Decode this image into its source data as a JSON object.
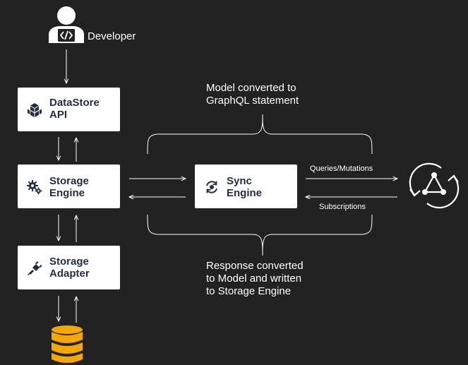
{
  "developer": {
    "label": "Developer"
  },
  "boxes": {
    "datastore_api": {
      "line1": "DataStore",
      "line2": "API"
    },
    "storage_engine": {
      "line1": "Storage",
      "line2": "Engine"
    },
    "storage_adapter": {
      "line1": "Storage",
      "line2": "Adapter"
    },
    "sync_engine": {
      "line1": "Sync",
      "line2": "Engine"
    }
  },
  "labels": {
    "queries_mutations": "Queries/Mutations",
    "subscriptions": "Subscriptions"
  },
  "annotations": {
    "top": {
      "line1": "Model converted to",
      "line2": "GraphQL statement"
    },
    "bottom": {
      "line1": "Response converted",
      "line2": "to Model and written",
      "line3": "to Storage Engine"
    }
  },
  "colors": {
    "background": "#222222",
    "box": "#ffffff",
    "box_text": "#232f3e",
    "database": "#f7a800",
    "lines": "#ffffff"
  },
  "icons": {
    "developer": "developer-icon",
    "datastore_api": "cubes-icon",
    "storage_engine": "gears-icon",
    "storage_adapter": "plug-icon",
    "sync_engine": "sync-icon",
    "appsync": "appsync-icon",
    "database": "database-icon"
  }
}
